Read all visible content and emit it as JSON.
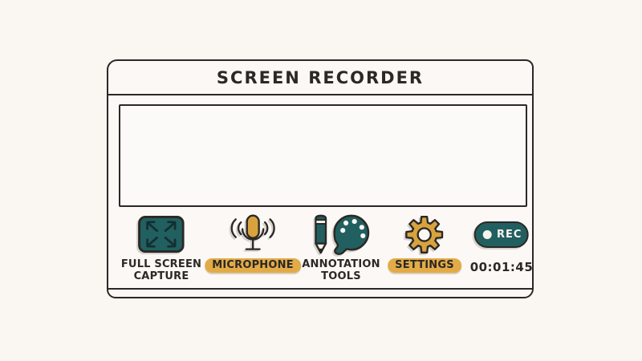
{
  "window": {
    "title": "SCREEN RECORDER"
  },
  "toolbar": {
    "items": [
      {
        "id": "full-screen-capture",
        "icon": "expand-arrows-icon",
        "label_line1": "FULL SCREEN",
        "label_line2": "CAPTURE",
        "highlighted": false
      },
      {
        "id": "microphone",
        "icon": "microphone-icon",
        "label": "MICROPHONE",
        "highlighted": true
      },
      {
        "id": "annotation-tools",
        "icon": "pencil-palette-icon",
        "label_line1": "ANNOTATION",
        "label_line2": "TOOLS",
        "highlighted": false
      },
      {
        "id": "settings",
        "icon": "gear-icon",
        "label": "SETTINGS",
        "highlighted": true
      }
    ],
    "record": {
      "icon": "record-button",
      "label": "REC",
      "timer": "00:01:45"
    }
  },
  "colors": {
    "background": "#faf6f2",
    "window_fill": "#fbf8f5",
    "outline": "#2b2825",
    "teal": "#215f60",
    "gold": "#d8a33e",
    "highlight_pill": "#e2ab48",
    "text": "#2b2825"
  }
}
